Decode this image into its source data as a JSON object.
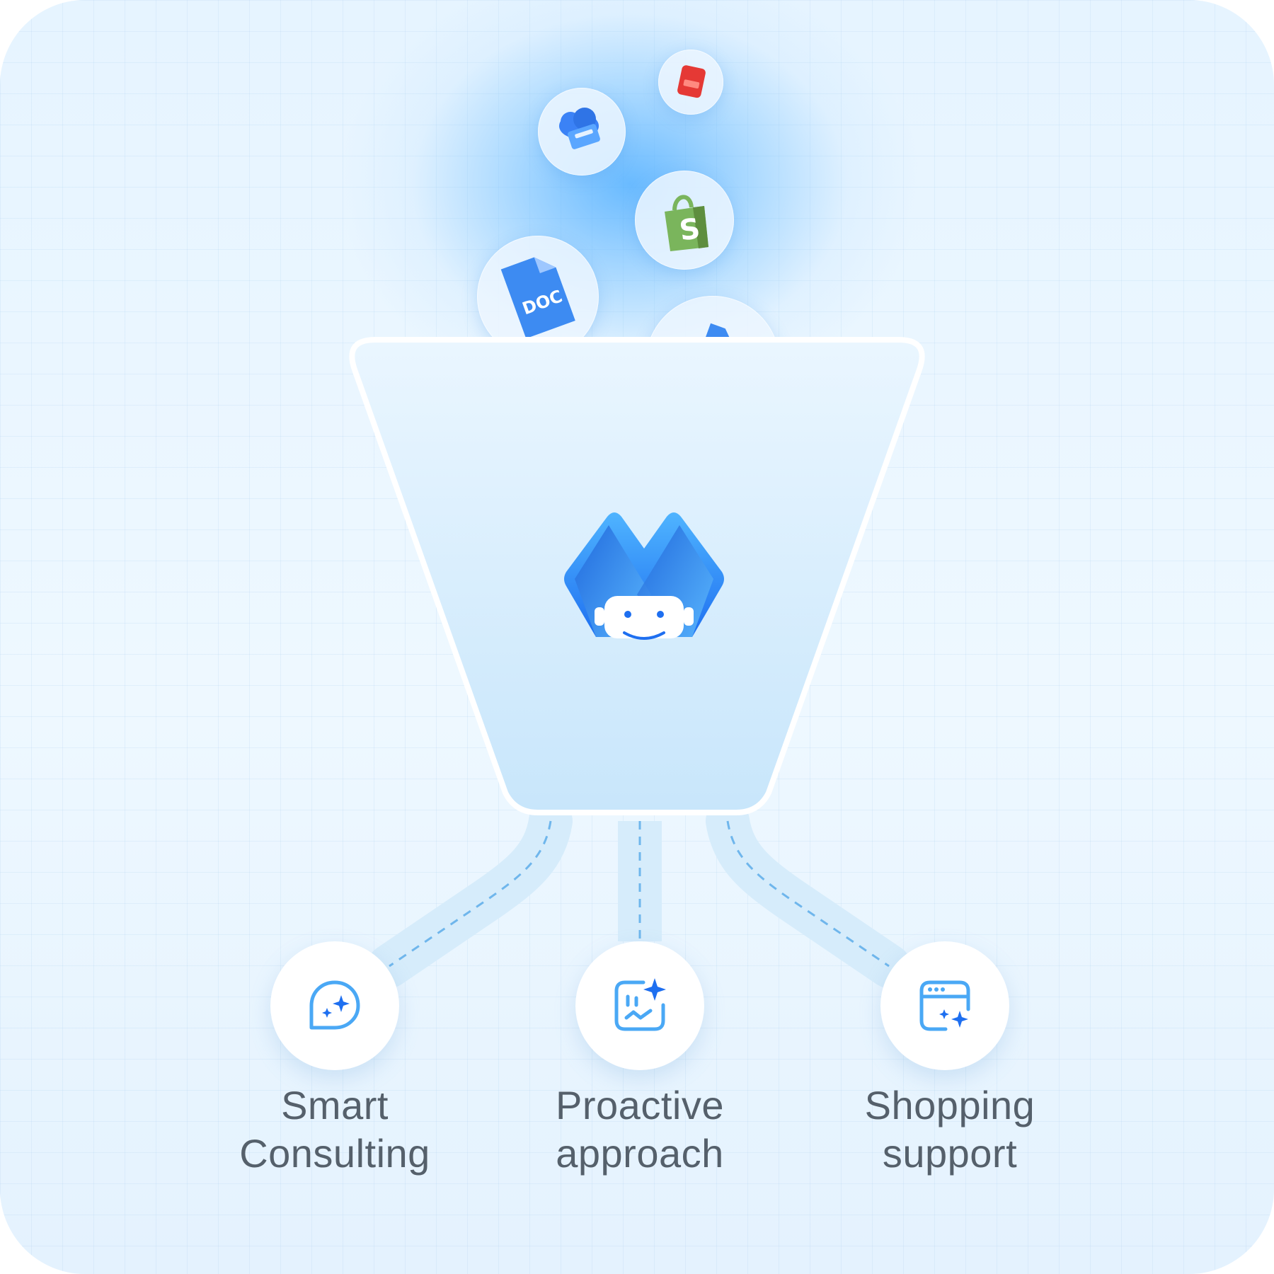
{
  "diagram": {
    "title": "",
    "sources": [
      {
        "icon": "cloud-drive-icon",
        "color": "#3b82f6"
      },
      {
        "icon": "pdf-icon",
        "color": "#e53935"
      },
      {
        "icon": "shopify-icon",
        "color": "#7ab55c"
      },
      {
        "icon": "doc-file-icon",
        "color": "#3d8bf2",
        "text": "DOC"
      },
      {
        "icon": "file-icon",
        "color": "#3d8bf2"
      }
    ],
    "center_logo": {
      "icon": "bot-logo-icon",
      "color": "#1e6ff0"
    },
    "outputs": [
      {
        "line1": "Smart",
        "line2": "Consulting",
        "icon": "chat-sparkle-icon"
      },
      {
        "line1": "Proactive",
        "line2": "approach",
        "icon": "face-sparkle-icon"
      },
      {
        "line1": "Shopping",
        "line2": "support",
        "icon": "browser-sparkle-icon"
      }
    ],
    "colors": {
      "accent": "#2f8cf0",
      "icon_light": "#4aa8f5",
      "label": "#55606b"
    }
  }
}
